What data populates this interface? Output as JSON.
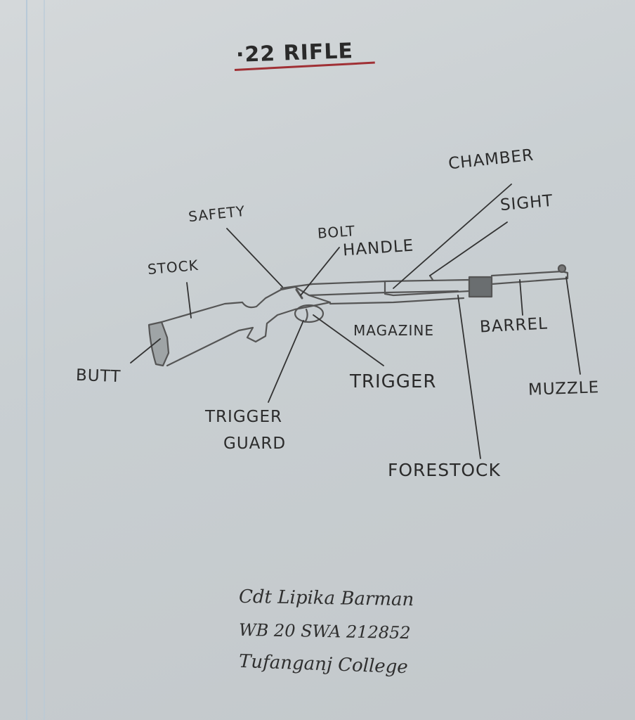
{
  "title": "·22 RIFLE",
  "labels": {
    "chamber": "CHAMBER",
    "sight": "SIGHT",
    "safety": "SAFETY",
    "bolt": "BOLT",
    "handle": "HANDLE",
    "stock": "STOCK",
    "butt": "BUTT",
    "magazine": "MAGAZINE",
    "barrel": "BARREL",
    "trigger": "TRIGGER",
    "muzzle": "MUZZLE",
    "trigger_guard_1": "TRIGGER",
    "trigger_guard_2": "GUARD",
    "forestock": "FORESTOCK"
  },
  "signature": {
    "name": "Cdt Lipika Barman",
    "regno": "WB 20 SWA 212852",
    "college": "Tufanganj College"
  },
  "colors": {
    "ink": "#2b2b2b",
    "underline": "#a03035",
    "paper": "#c9cfd2"
  }
}
